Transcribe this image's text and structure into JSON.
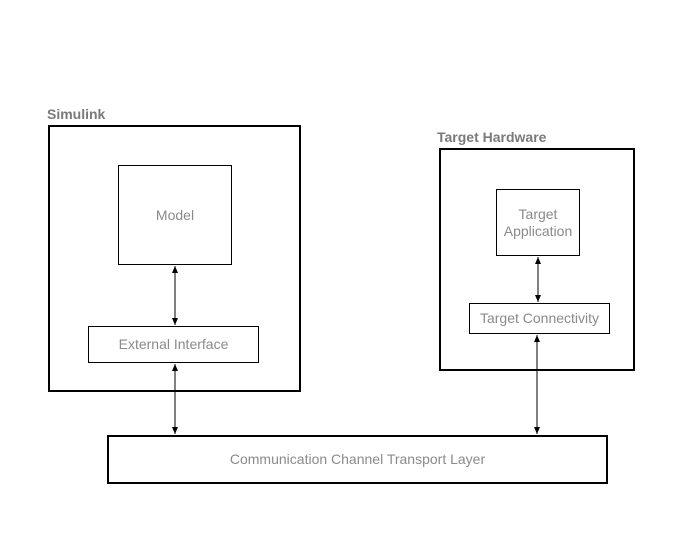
{
  "groups": {
    "simulink": {
      "title": "Simulink"
    },
    "target_hardware": {
      "title": "Target Hardware"
    }
  },
  "blocks": {
    "model": "Model",
    "external_interface": "External Interface",
    "target_application": "Target\nApplication",
    "target_connectivity": "Target Connectivity",
    "transport_layer": "Communication Channel Transport Layer"
  },
  "colors": {
    "text": "#8a8a8a",
    "title": "#7a7a7a",
    "border": "#000000"
  }
}
